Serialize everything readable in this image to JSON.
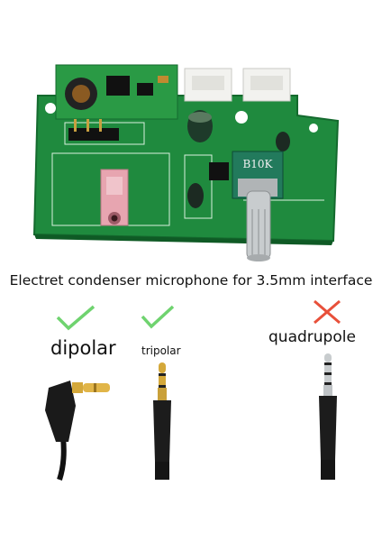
{
  "caption": "Electret condenser microphone for 3.5mm interface",
  "board": {
    "pot_label": "B10K"
  },
  "plugs": [
    {
      "label": "dipolar",
      "status": "supported",
      "mark_icon": "check-icon",
      "mark_color": "#6fd36f"
    },
    {
      "label": "tripolar",
      "status": "supported",
      "mark_icon": "check-icon",
      "mark_color": "#6fd36f"
    },
    {
      "label": "quadrupole",
      "status": "not-supported",
      "mark_icon": "cross-icon",
      "mark_color": "#e8503a"
    }
  ],
  "colors": {
    "pcb": "#1f8a3e",
    "pcb_dark": "#14672c",
    "jack": "#e7a5b0",
    "plug_gold": "#c89a2a",
    "plug_silver": "#bfc3c6"
  }
}
